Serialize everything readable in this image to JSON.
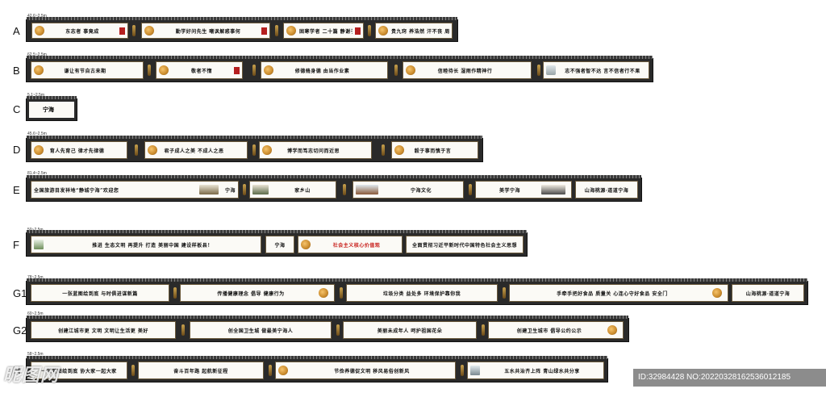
{
  "rows": [
    {
      "letter": "A",
      "dim": "42.6~2.5m",
      "panels": [
        "东志者  事竟成",
        "勤学好问先生  嘲讽解惑事何",
        "固寒学者  二十篇  静谢子  星夜言",
        "贵九窍  养浩然  汗不丧  周当执"
      ]
    },
    {
      "letter": "B",
      "dim": "62.5~2.5m",
      "panels": [
        "谦让有节自古来期",
        "敬者不惰",
        "修德脩身德  由当作业素",
        "信睦待长  湿雨作精神行",
        "志不强者智不达  言不信者行不果"
      ]
    },
    {
      "letter": "C",
      "dim": "5.1~2.5m",
      "panels": [
        "宁海"
      ]
    },
    {
      "letter": "D",
      "dim": "45.6~2.5m",
      "panels": [
        "育人先育己  律才先律德",
        "君子成人之美  不成人之恶",
        "博学而笃志切问而近思",
        "毅于事而慎于言"
      ]
    },
    {
      "letter": "E",
      "dim": "81.4~2.5m",
      "panels": [
        "全国旅游目发祥地“静城宁海”欢迎您",
        "宁海",
        "家乡山",
        "宁海文化",
        "美学宁海",
        "山海桃源·道道宁海"
      ]
    },
    {
      "letter": "F",
      "dim": "50~2.5m",
      "panels": [
        "推进  生态文明  再提升    打造  美丽中国  建设样板县！",
        "宁海",
        "社会主义核心价值观",
        "全面贯彻习近平新时代中国特色社会主义思想"
      ]
    },
    {
      "letter": "G1",
      "dim": "78~2.5m",
      "panels": [
        "一张蓝图绘到底  与时俱进谋新篇",
        "传播健康理念  倡导  健康行为",
        "垃圾分类  益处多  环境保护靠你我",
        "手牵手把好食品  质量关   心连心守好食品  安全门",
        "山海桃源·道道宁海"
      ]
    },
    {
      "letter": "G2",
      "dim": "60~2.5m",
      "panels": [
        "创建江城市更  文明  文明让生活更  美好",
        "创全国卫生城   做最美宁海人",
        "美丽未成年人  呵护祖国花朵",
        "创建卫生城市  倡导公约公示"
      ]
    },
    {
      "letter": "H",
      "dim": "58~2.5m",
      "panels": [
        "一张蓝图绘到底  协大家一起大家",
        "奋斗百年路  起航新征程",
        "节俭养德促文明  移风易俗创新风",
        "五水共治齐上阵  青山绿水共分享"
      ]
    }
  ],
  "watermark": "ID:32984428 NO:20220328162536012185",
  "logo": "昵图网"
}
